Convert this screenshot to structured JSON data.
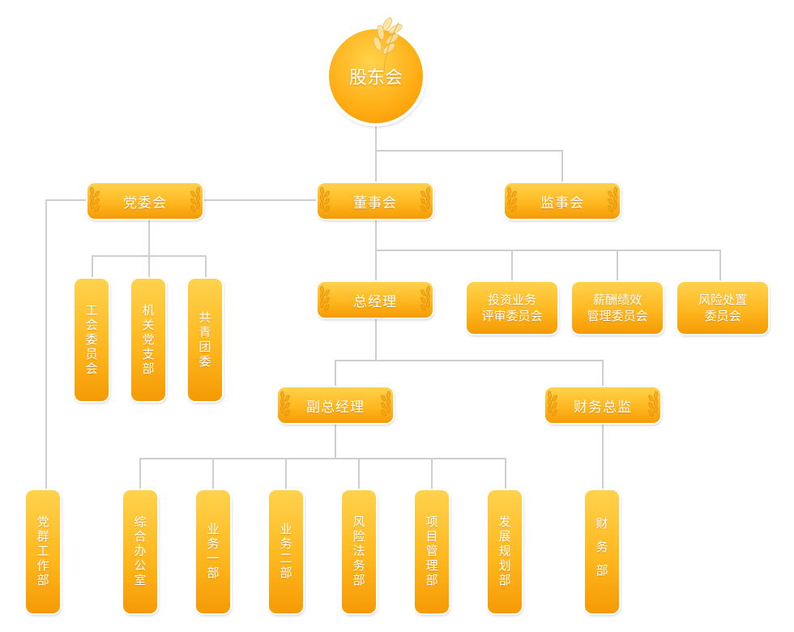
{
  "root": "股东会",
  "l2": {
    "dangwei": "党委会",
    "dongshi": "董事会",
    "jianshi": "监事会"
  },
  "party_subs": [
    "工会委员会",
    "机关党支部",
    "共青团委"
  ],
  "committees": {
    "invest": [
      "投资业务",
      "评审委员会"
    ],
    "salary": [
      "薪酬绩效",
      "管理委员会"
    ],
    "risk": [
      "风险处置",
      "委员会"
    ]
  },
  "gm": "总经理",
  "vgm": "副总经理",
  "cfo": "财务总监",
  "departments": {
    "party_mass": "党群工作部",
    "general_office": "综合办公室",
    "business_one": "业务一部",
    "business_two": "业务二部",
    "risk_legal": "风险法务部",
    "project_mgmt": "项目管理部",
    "development": "发展规划部",
    "finance": "财务部"
  }
}
